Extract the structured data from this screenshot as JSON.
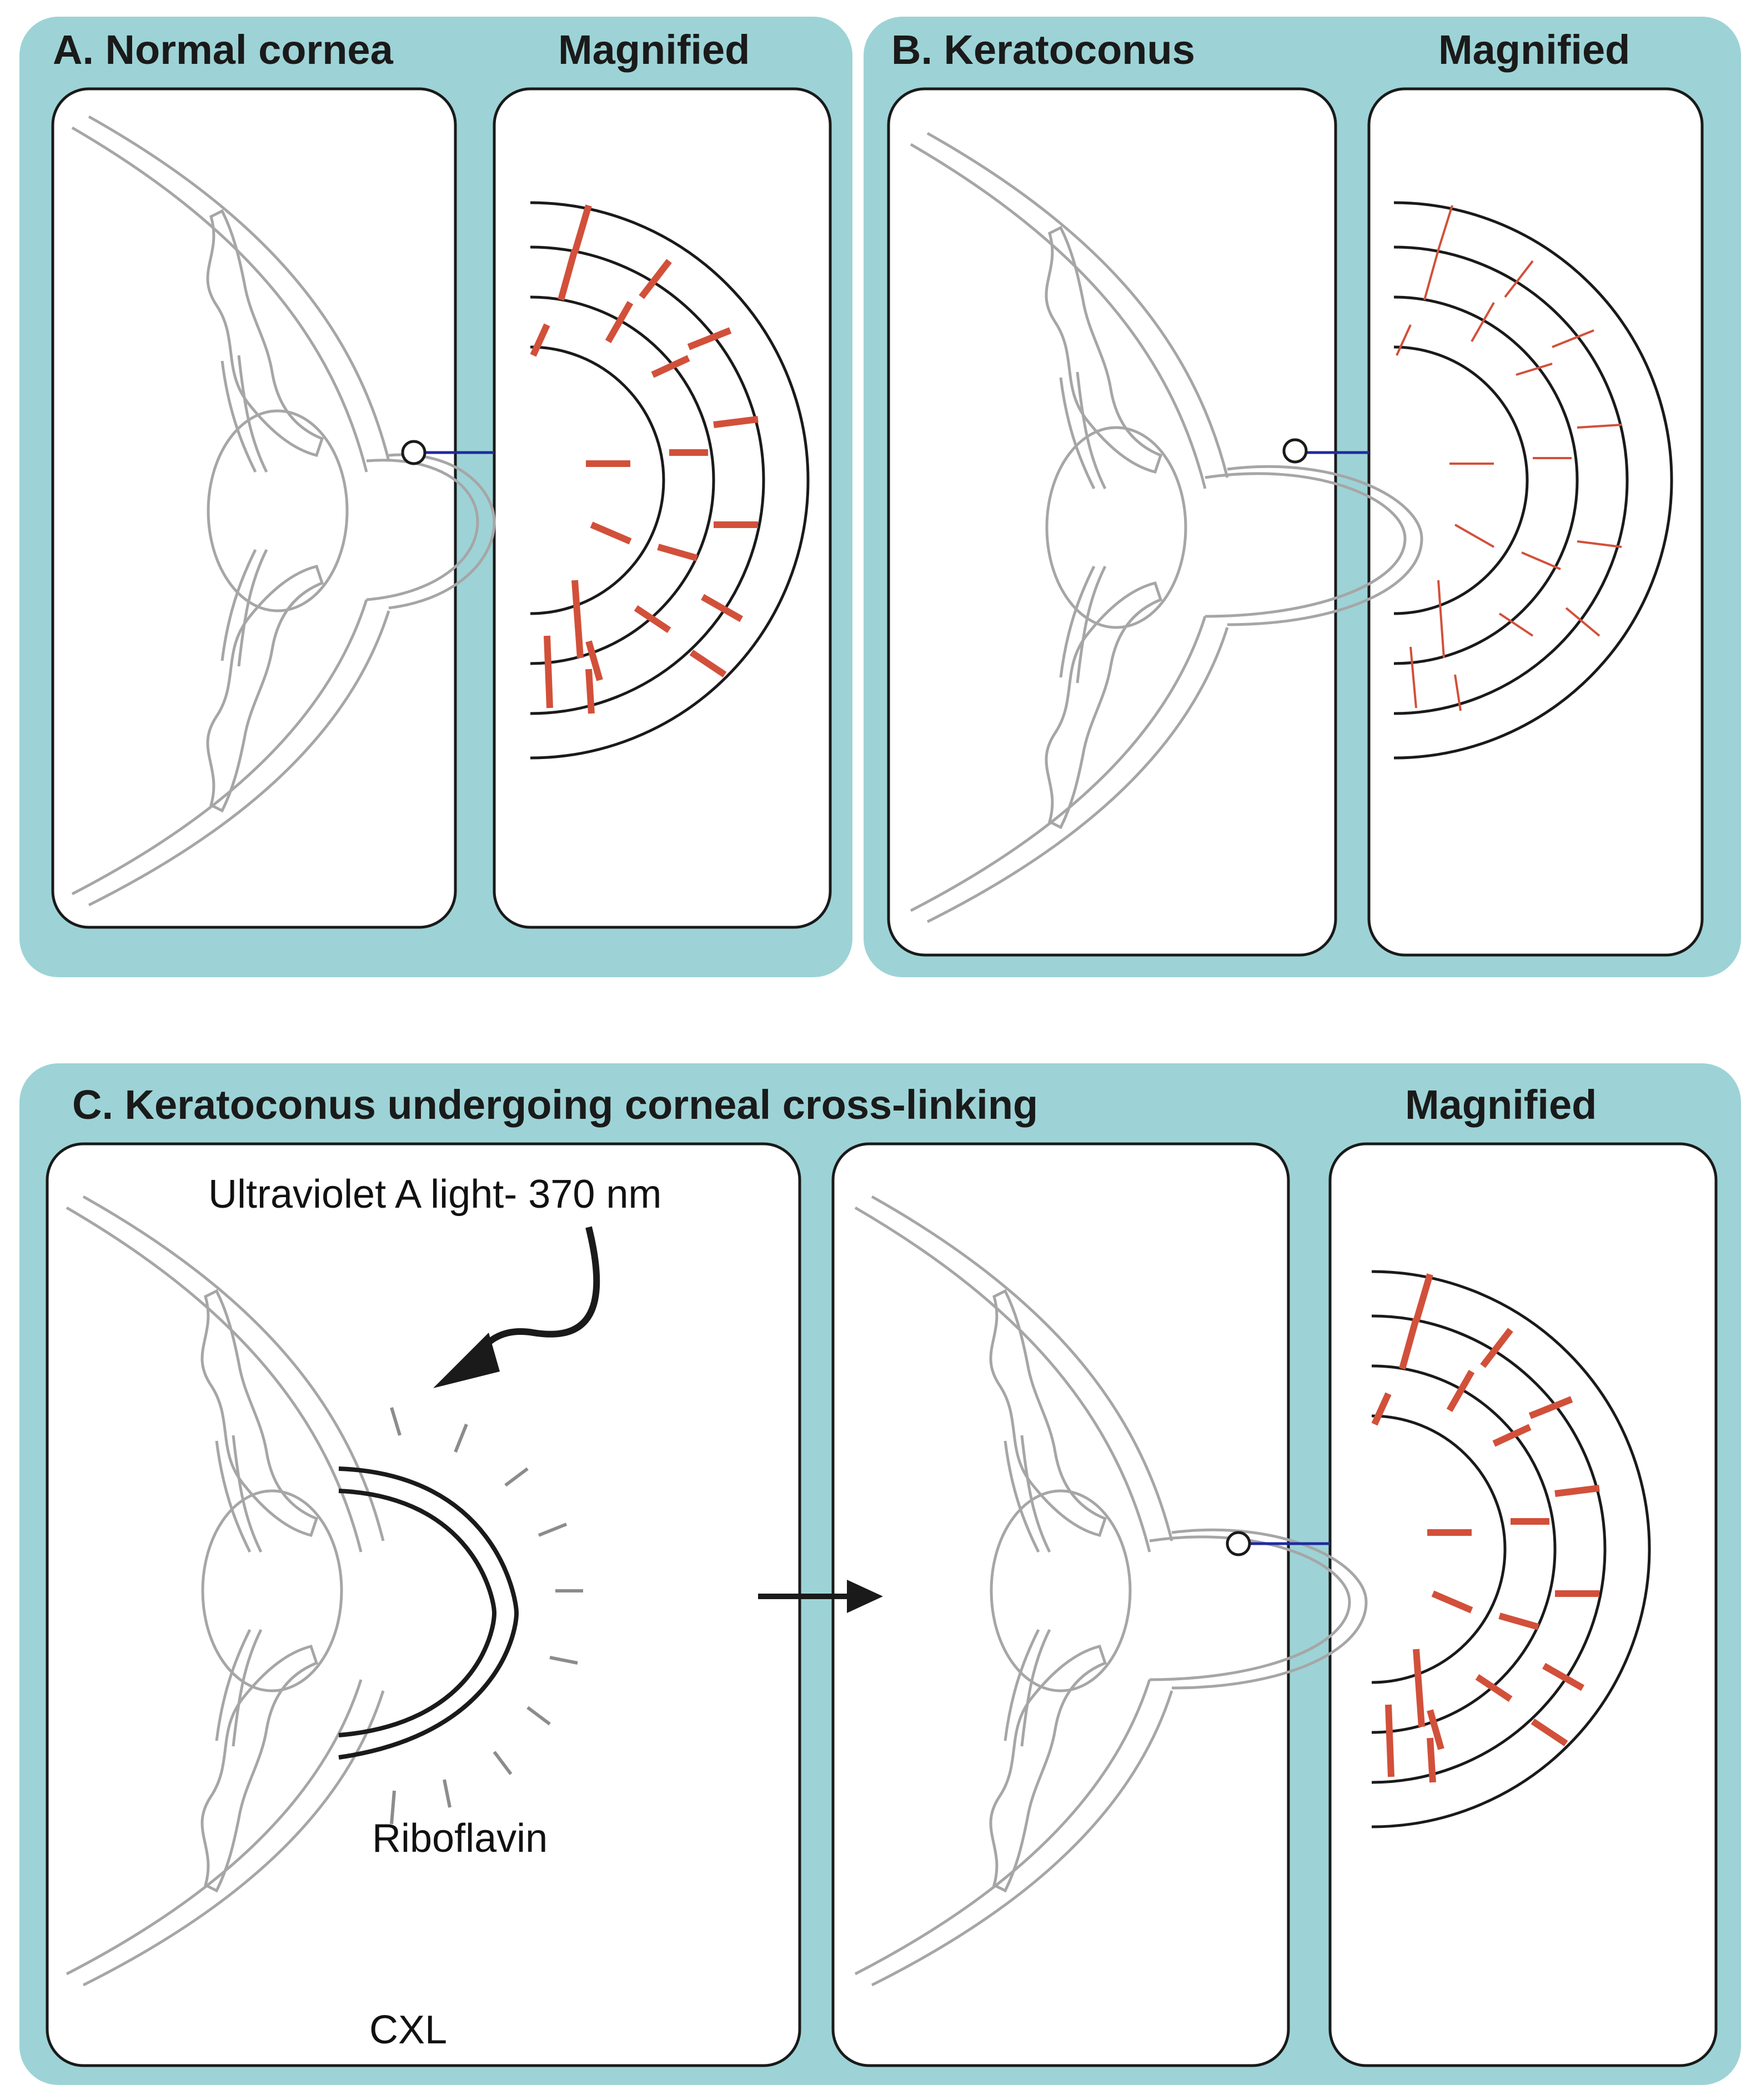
{
  "colors": {
    "panel_bg": "#9dd3d6",
    "box_fill": "#ffffff",
    "box_stroke": "#1a1a1a",
    "eye_line": "#a6a6a6",
    "fiber": "#1a1a1a",
    "crosslink": "#d2503a",
    "connector": "#1f2a9e"
  },
  "panel_a": {
    "title": "A. Normal cornea",
    "magnified": "Magnified"
  },
  "panel_b": {
    "title": "B. Keratoconus",
    "magnified": "Magnified"
  },
  "panel_c": {
    "title": "C. Keratoconus undergoing corneal cross-linking",
    "magnified": "Magnified",
    "uv_label": "Ultraviolet A light- 370 nm",
    "riboflavin_label": "Riboflavin",
    "cxl_label": "CXL"
  },
  "icons": [
    "curved-arrow-icon",
    "right-arrow-icon",
    "magnifier-circle-icon"
  ]
}
